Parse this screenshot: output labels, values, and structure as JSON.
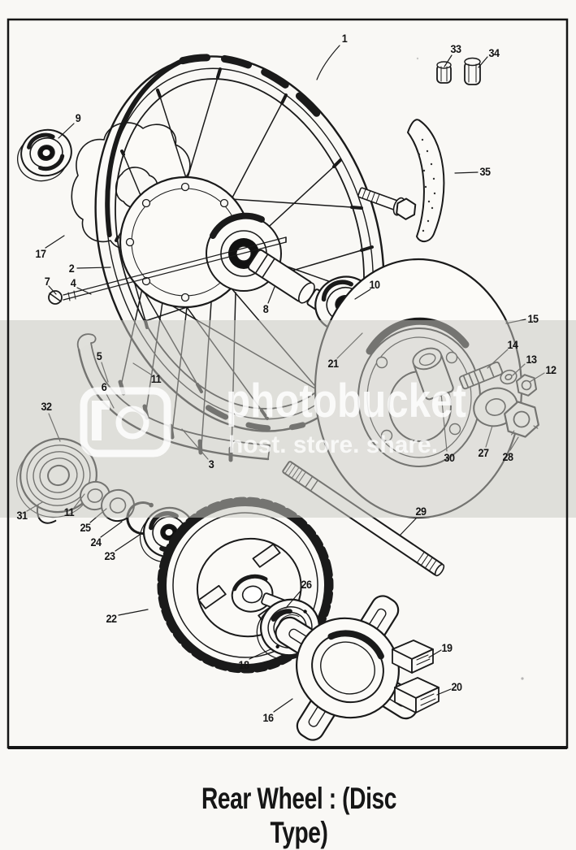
{
  "caption": {
    "title": "Rear Wheel : (Disc Type)"
  },
  "watermark": {
    "brand": "photobucket",
    "tagline": "host. store. share.",
    "band_color": "#c8c7c1",
    "text_color": "#ffffff"
  },
  "colors": {
    "paper": "#f9f8f5",
    "ink": "#1a1a1a",
    "frame": "#151515"
  },
  "diagram": {
    "description": "Exploded parts diagram of a motorcycle rear wheel, disc type",
    "labels": [
      "1",
      "2",
      "3",
      "4",
      "5",
      "6",
      "7",
      "8",
      "9",
      "10",
      "11",
      "12",
      "13",
      "14",
      "15",
      "16",
      "17",
      "18",
      "19",
      "20",
      "21",
      "22",
      "23",
      "24",
      "25",
      "26",
      "27",
      "28",
      "29",
      "30",
      "31",
      "32",
      "33",
      "34",
      "35",
      "11"
    ]
  }
}
